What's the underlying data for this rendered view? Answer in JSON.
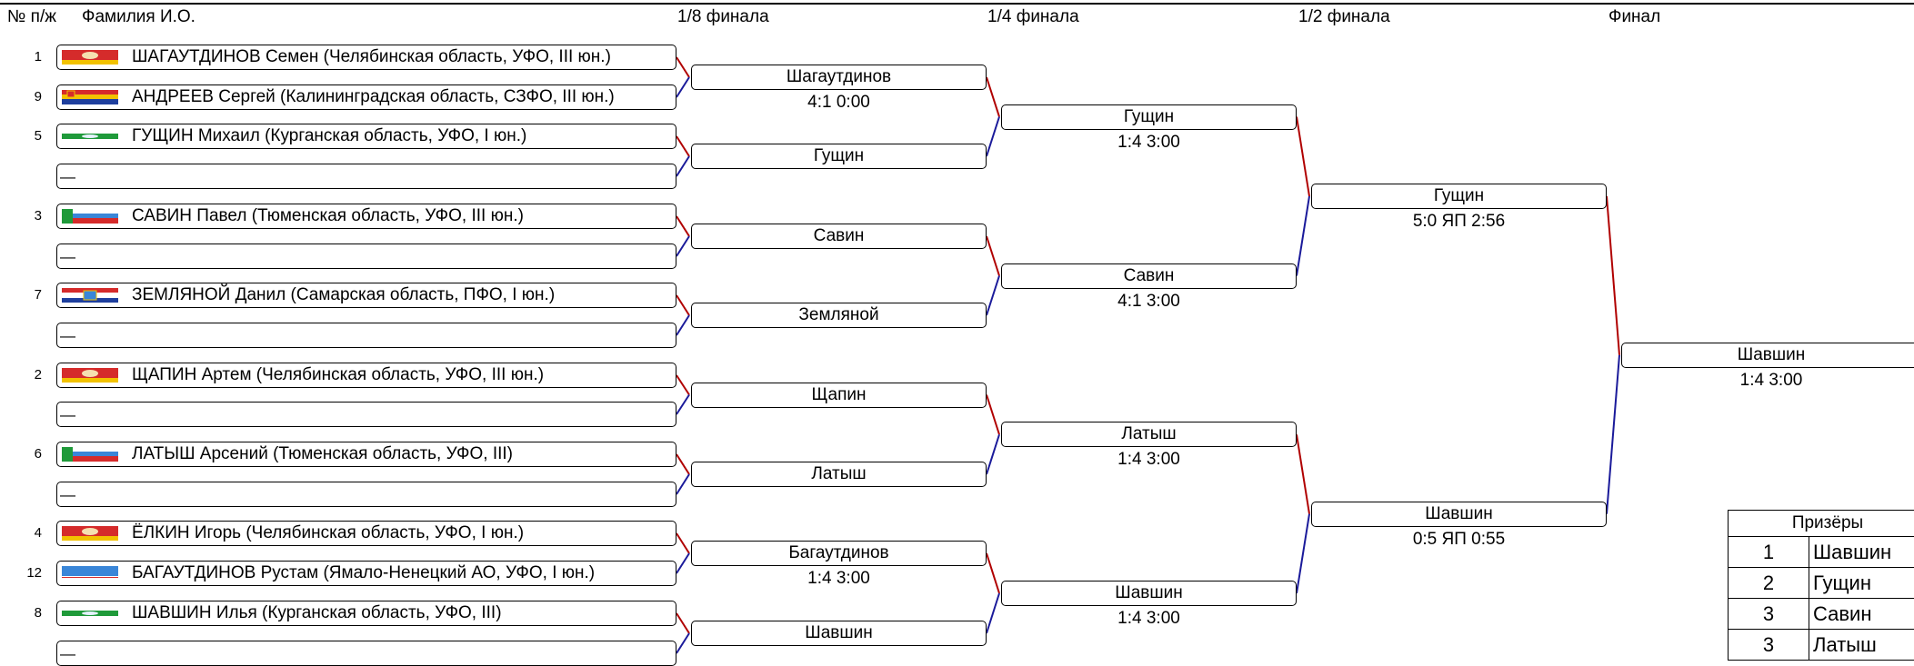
{
  "headers": {
    "num": "№ п/ж",
    "name": "Фамилия И.О.",
    "r16": "1/8 финала",
    "qf": "1/4 финала",
    "sf": "1/2 финала",
    "final": "Финал"
  },
  "participants": [
    {
      "num": "1",
      "name": "ШАГАУТДИНОВ Семен (Челябинская область, УФО, III юн.)",
      "flag": "chelyabinsk"
    },
    {
      "num": "9",
      "name": "АНДРЕЕВ Сергей (Калининградская область, СЗФО, III юн.)",
      "flag": "kaliningrad"
    },
    {
      "num": "5",
      "name": "ГУЩИН Михаил (Курганская область, УФО, I юн.)",
      "flag": "kurgan"
    },
    {
      "num": "",
      "name": "—",
      "flag": ""
    },
    {
      "num": "3",
      "name": "САВИН Павел (Тюменская область, УФО, III юн.)",
      "flag": "tyumen"
    },
    {
      "num": "",
      "name": "—",
      "flag": ""
    },
    {
      "num": "7",
      "name": "ЗЕМЛЯНОЙ Данил (Самарская область, ПФО, I юн.)",
      "flag": "samara"
    },
    {
      "num": "",
      "name": "—",
      "flag": ""
    },
    {
      "num": "2",
      "name": "ЩАПИН Артем (Челябинская область, УФО, III юн.)",
      "flag": "chelyabinsk"
    },
    {
      "num": "",
      "name": "—",
      "flag": ""
    },
    {
      "num": "6",
      "name": "ЛАТЫШ Арсений (Тюменская область, УФО, III)",
      "flag": "tyumen"
    },
    {
      "num": "",
      "name": "—",
      "flag": ""
    },
    {
      "num": "4",
      "name": "ЁЛКИН Игорь (Челябинская область, УФО, I юн.)",
      "flag": "chelyabinsk"
    },
    {
      "num": "12",
      "name": "БАГАУТДИНОВ Рустам (Ямало-Ненецкий АО, УФО, I юн.)",
      "flag": "yamal"
    },
    {
      "num": "8",
      "name": "ШАВШИН Илья (Курганская область, УФО, III)",
      "flag": "kurgan"
    },
    {
      "num": "",
      "name": "—",
      "flag": ""
    }
  ],
  "round16": [
    {
      "winner": "Шагаутдинов",
      "score": "4:1  0:00"
    },
    {
      "winner": "Гущин",
      "score": ""
    },
    {
      "winner": "Савин",
      "score": ""
    },
    {
      "winner": "Земляной",
      "score": ""
    },
    {
      "winner": "Щапин",
      "score": ""
    },
    {
      "winner": "Латыш",
      "score": ""
    },
    {
      "winner": "Багаутдинов",
      "score": "1:4  3:00"
    },
    {
      "winner": "Шавшин",
      "score": ""
    }
  ],
  "quarter": [
    {
      "winner": "Гущин",
      "score": "1:4  3:00"
    },
    {
      "winner": "Савин",
      "score": "4:1  3:00"
    },
    {
      "winner": "Латыш",
      "score": "1:4  3:00"
    },
    {
      "winner": "Шавшин",
      "score": "1:4  3:00"
    }
  ],
  "semi": [
    {
      "winner": "Гущин",
      "score": "5:0 ЯП  2:56"
    },
    {
      "winner": "Шавшин",
      "score": "0:5 ЯП  0:55"
    }
  ],
  "final": [
    {
      "winner": "Шавшин",
      "score": "1:4  3:00"
    }
  ],
  "prizes": {
    "title": "Призёры",
    "rows": [
      {
        "place": "1",
        "name": "Шавшин"
      },
      {
        "place": "2",
        "name": "Гущин"
      },
      {
        "place": "3",
        "name": "Савин"
      },
      {
        "place": "3",
        "name": "Латыш"
      }
    ]
  },
  "colors": {
    "red_line": "#b00000",
    "blue_line": "#1a1a9a"
  }
}
